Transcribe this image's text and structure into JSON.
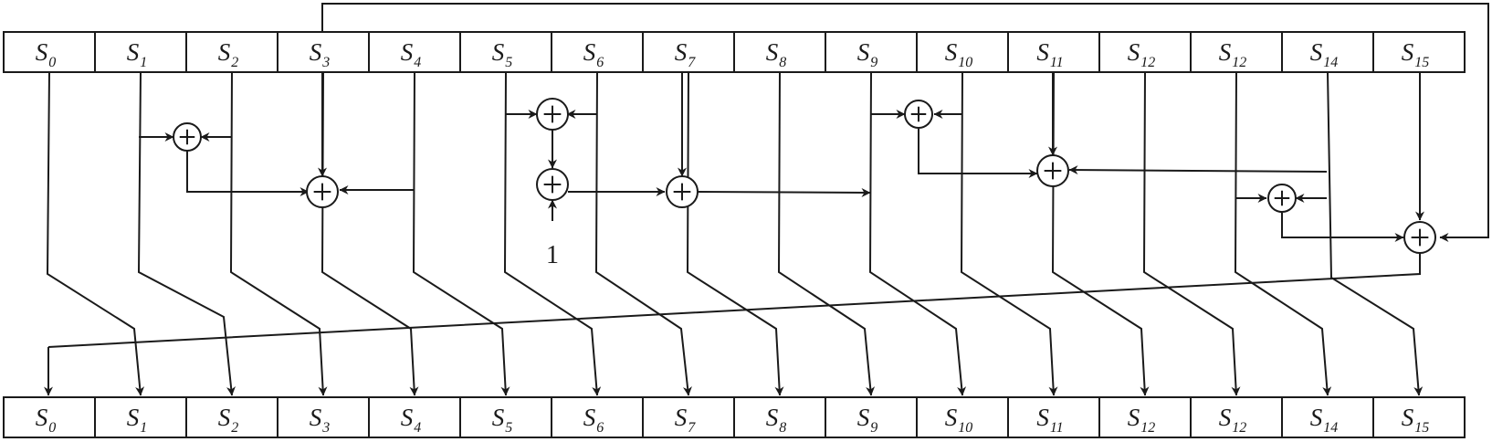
{
  "diagram": {
    "top_registers": [
      {
        "base": "S",
        "sub": "0"
      },
      {
        "base": "S",
        "sub": "1"
      },
      {
        "base": "S",
        "sub": "2"
      },
      {
        "base": "S",
        "sub": "3"
      },
      {
        "base": "S",
        "sub": "4"
      },
      {
        "base": "S",
        "sub": "5"
      },
      {
        "base": "S",
        "sub": "6"
      },
      {
        "base": "S",
        "sub": "7"
      },
      {
        "base": "S",
        "sub": "8"
      },
      {
        "base": "S",
        "sub": "9"
      },
      {
        "base": "S",
        "sub": "10"
      },
      {
        "base": "S",
        "sub": "11"
      },
      {
        "base": "S",
        "sub": "12"
      },
      {
        "base": "S",
        "sub": "12"
      },
      {
        "base": "S",
        "sub": "14"
      },
      {
        "base": "S",
        "sub": "15"
      }
    ],
    "bottom_registers": [
      {
        "base": "S",
        "sub": "0"
      },
      {
        "base": "S",
        "sub": "1"
      },
      {
        "base": "S",
        "sub": "2"
      },
      {
        "base": "S",
        "sub": "3"
      },
      {
        "base": "S",
        "sub": "4"
      },
      {
        "base": "S",
        "sub": "5"
      },
      {
        "base": "S",
        "sub": "6"
      },
      {
        "base": "S",
        "sub": "7"
      },
      {
        "base": "S",
        "sub": "8"
      },
      {
        "base": "S",
        "sub": "9"
      },
      {
        "base": "S",
        "sub": "10"
      },
      {
        "base": "S",
        "sub": "11"
      },
      {
        "base": "S",
        "sub": "12"
      },
      {
        "base": "S",
        "sub": "12"
      },
      {
        "base": "S",
        "sub": "14"
      },
      {
        "base": "S",
        "sub": "15"
      }
    ],
    "xor_symbol": "+",
    "constant_input": "1"
  }
}
